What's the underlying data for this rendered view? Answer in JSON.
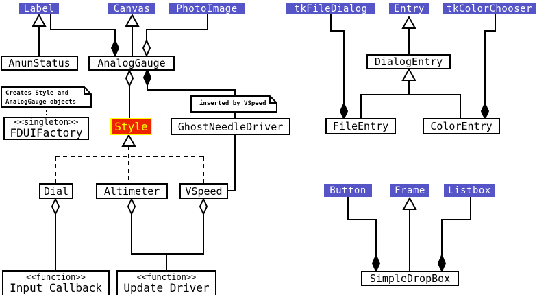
{
  "colors": {
    "module_fill": "#5555c7",
    "module_text": "#ffffff",
    "style_fill": "#ec2400",
    "style_accent": "#ffff00",
    "line": "#000000",
    "background": "#ffffff"
  },
  "nodes": {
    "label": "Label",
    "canvas": "Canvas",
    "photoimage": "PhotoImage",
    "tkfiledialog": "tkFileDialog",
    "entry": "Entry",
    "tkcolorchooser": "tkColorChooser",
    "anunstatus": "AnunStatus",
    "analoggauge": "AnalogGauge",
    "dialogentry": "DialogEntry",
    "fduifactory_stereotype": "<<singleton>>",
    "fduifactory": "FDUIFactory",
    "style": "Style",
    "ghostneedledriver": "GhostNeedleDriver",
    "fileentry": "FileEntry",
    "colorentry": "ColorEntry",
    "dial": "Dial",
    "altimeter": "Altimeter",
    "vspeed": "VSpeed",
    "button": "Button",
    "frame": "Frame",
    "listbox": "Listbox",
    "simpledropbox": "SimpleDropBox",
    "input_callback_stereotype": "<<function>>",
    "input_callback": "Input Callback",
    "update_driver_stereotype": "<<function>>",
    "update_driver": "Update Driver"
  },
  "notes": {
    "creates_line1": "Creates Style and",
    "creates_line2": "AnalogGauge objects",
    "inserted": "inserted by VSpeed"
  }
}
